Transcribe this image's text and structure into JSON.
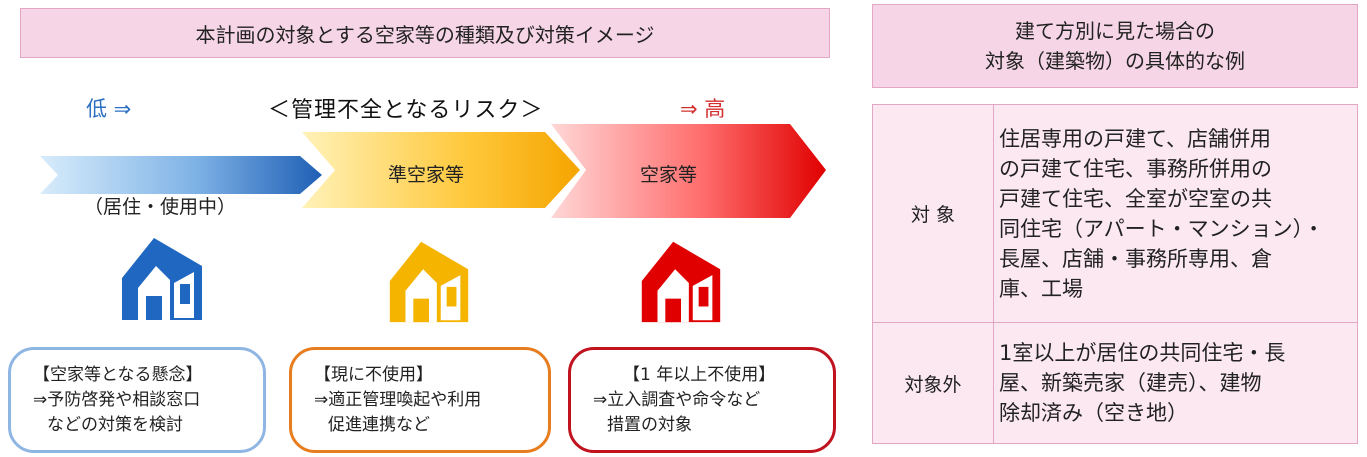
{
  "diagram": {
    "title": "本計画の対象とする空家等の種類及び対策イメージ",
    "risk": {
      "low": "低 ⇒",
      "label": "＜管理不全となるリスク＞",
      "high": "⇒ 高"
    },
    "stages": [
      {
        "label": "（居住・使用中）",
        "color": "#2e6fc2",
        "callout": [
          "【空家等となる懸念】",
          "⇒予防啓発や相談窓口",
          "などの対策を検討"
        ]
      },
      {
        "label": "準空家等",
        "color": "#f5b400",
        "callout": [
          "【現に不使用】",
          "⇒適正管理喚起や利用",
          "促進連携など"
        ]
      },
      {
        "label": "空家等",
        "color": "#e00000",
        "callout": [
          "【1 年以上不使用】",
          "⇒立入調査や命令など",
          "措置の対象"
        ]
      }
    ]
  },
  "table": {
    "title_lines": [
      "建て方別に見た場合の",
      "対象（建築物）の具体的な例"
    ],
    "rows": [
      {
        "header": "対 象",
        "lines": [
          "住居専用の戸建て、店舗併用",
          "の戸建て住宅、事務所併用の",
          "戸建て住宅、全室が空室の共",
          "同住宅（アパート・マンション）・",
          "長屋、店舗・事務所専用、倉",
          "庫、工場"
        ]
      },
      {
        "header": "対象外",
        "lines": [
          "1室以上が居住の共同住宅・長",
          "屋、新築売家（建売）、建物",
          "除却済み（空き地）"
        ]
      }
    ]
  },
  "colors": {
    "pink_bg": "#f6d6e6",
    "pink_border": "#e3a6c4"
  }
}
